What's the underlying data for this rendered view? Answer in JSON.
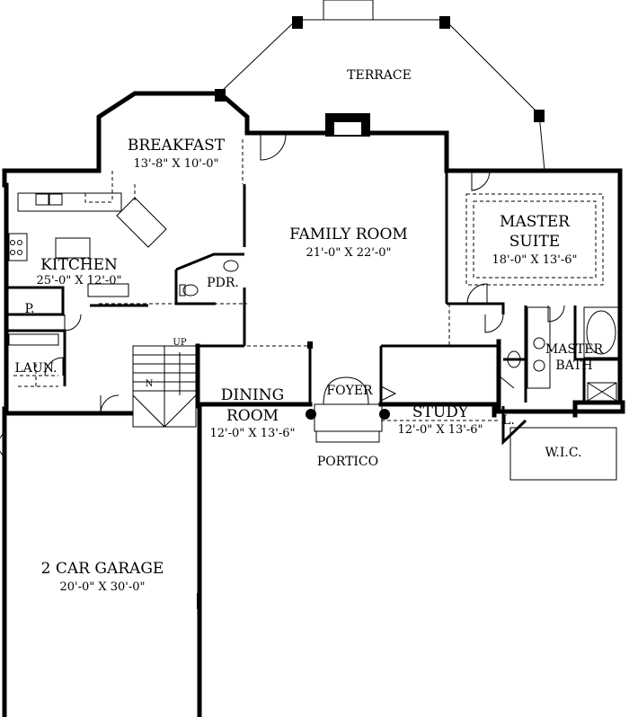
{
  "plan": {
    "rooms": {
      "terrace": {
        "name": "TERRACE"
      },
      "breakfast": {
        "name": "BREAKFAST",
        "dim": "13'-8\" X 10'-0\""
      },
      "kitchen": {
        "name": "KITCHEN",
        "dim": "25'-0\" X 12'-0\""
      },
      "family": {
        "name": "FAMILY ROOM",
        "dim": "21'-0\" X 22'-0\""
      },
      "master_suite": {
        "name_line1": "MASTER",
        "name_line2": "SUITE",
        "dim": "18'-0\" X 13'-6\""
      },
      "master_bath": {
        "name_line1": "MASTER",
        "name_line2": "BATH"
      },
      "pdr": {
        "name": "PDR."
      },
      "pantry": {
        "name": "P."
      },
      "laundry": {
        "name": "LAUN."
      },
      "foyer": {
        "name": "FOYER"
      },
      "dining": {
        "name_line1": "DINING",
        "name_line2": "ROOM",
        "dim": "12'-0\" X 13'-6\""
      },
      "study": {
        "name": "STUDY",
        "dim": "12'-0\" X 13'-6\""
      },
      "portico": {
        "name": "PORTICO"
      },
      "linen": {
        "name": "L."
      },
      "wic": {
        "name": "W.I.C."
      },
      "garage": {
        "name": "2 CAR GARAGE",
        "dim": "20'-0\" X 30'-0\""
      }
    },
    "stair": {
      "up": "UP",
      "down": "N"
    }
  }
}
